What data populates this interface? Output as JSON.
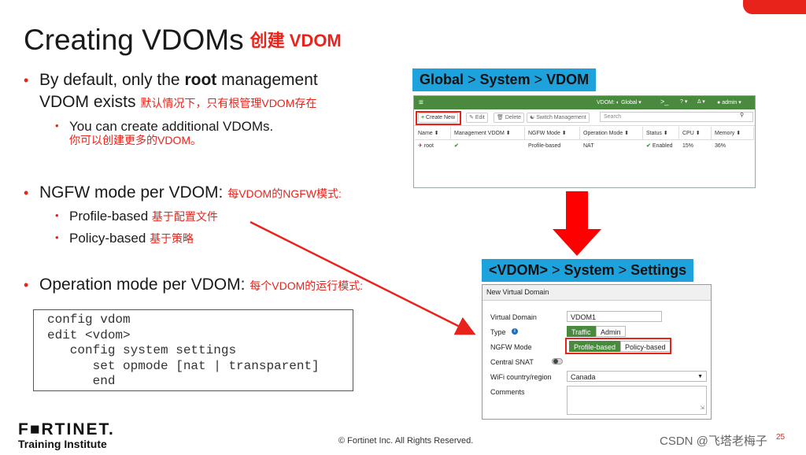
{
  "slide": {
    "title": "Creating VDOMs",
    "title_cn": "创建 VDOM",
    "bullet1_a": "By default, only the",
    "bullet1_bold": "root",
    "bullet1_b": "management",
    "bullet1_c": "VDOM exists",
    "bullet1_cn": "默认情况下，只有根管理VDOM存在",
    "sub1": "You can create additional VDOMs.",
    "sub1_cn": "你可以创建更多的VDOM。",
    "bullet2": "NGFW mode per VDOM:",
    "bullet2_cn": "每VDOM的NGFW模式:",
    "sub2a": "Profile-based",
    "sub2a_cn": "基于配置文件",
    "sub2b": "Policy-based",
    "sub2b_cn": "基于策略",
    "bullet3": "Operation mode per VDOM:",
    "bullet3_cn": "每个VDOM的运行模式:",
    "code": "config vdom\nedit <vdom>\n   config system settings\n      set opmode [nat | transparent]\n      end",
    "logo": "F■RTINET.",
    "logo_sub": "Training Institute",
    "copyright": "© Fortinet Inc. All Rights Reserved.",
    "watermark": "CSDN @飞塔老梅子",
    "page_number": "25"
  },
  "banner1": {
    "a": "Global",
    "sep1": " > ",
    "b": "System",
    "sep2": " > ",
    "c": "VDOM"
  },
  "banner2": {
    "a": "<VDOM>",
    "sep1": " > ",
    "b": "System",
    "sep2": " > ",
    "c": "Settings"
  },
  "shot1": {
    "menu_icon": "≡",
    "vdom_label": "VDOM: ◐ Global ▾",
    "cli_icon": ">_",
    "help_icon": "? ▾",
    "bell_icon": "Δ ▾",
    "admin": "admin ▾",
    "create_new": "Create New",
    "edit": "Edit",
    "delete": "Delete",
    "switch_mgmt": "Switch Management",
    "search_placeholder": "Search",
    "columns": [
      "Name ⬍",
      "Management VDOM ⬍",
      "NGFW Mode ⬍",
      "Operation Mode ⬍",
      "Status ⬍",
      "CPU ⬍",
      "Memory ⬍"
    ],
    "row": {
      "name": "root",
      "mgmt": "✔",
      "ngfw": "Profile-based",
      "opmode": "NAT",
      "status": "Enabled",
      "cpu": "15%",
      "mem": "36%"
    }
  },
  "shot2": {
    "title": "New Virtual Domain",
    "virtual_domain_label": "Virtual Domain",
    "virtual_domain_value": "VDOM1",
    "type_label": "Type",
    "type_traffic": "Traffic",
    "type_admin": "Admin",
    "ngfw_label": "NGFW Mode",
    "ngfw_profile": "Profile-based",
    "ngfw_policy": "Policy-based",
    "snat_label": "Central SNAT",
    "wifi_label": "WiFi country/region",
    "wifi_value": "Canada",
    "comments_label": "Comments"
  },
  "colors": {
    "accent_red": "#e8231b",
    "banner_blue": "#1ea2dc",
    "fortigate_green": "#4a8a3f"
  }
}
